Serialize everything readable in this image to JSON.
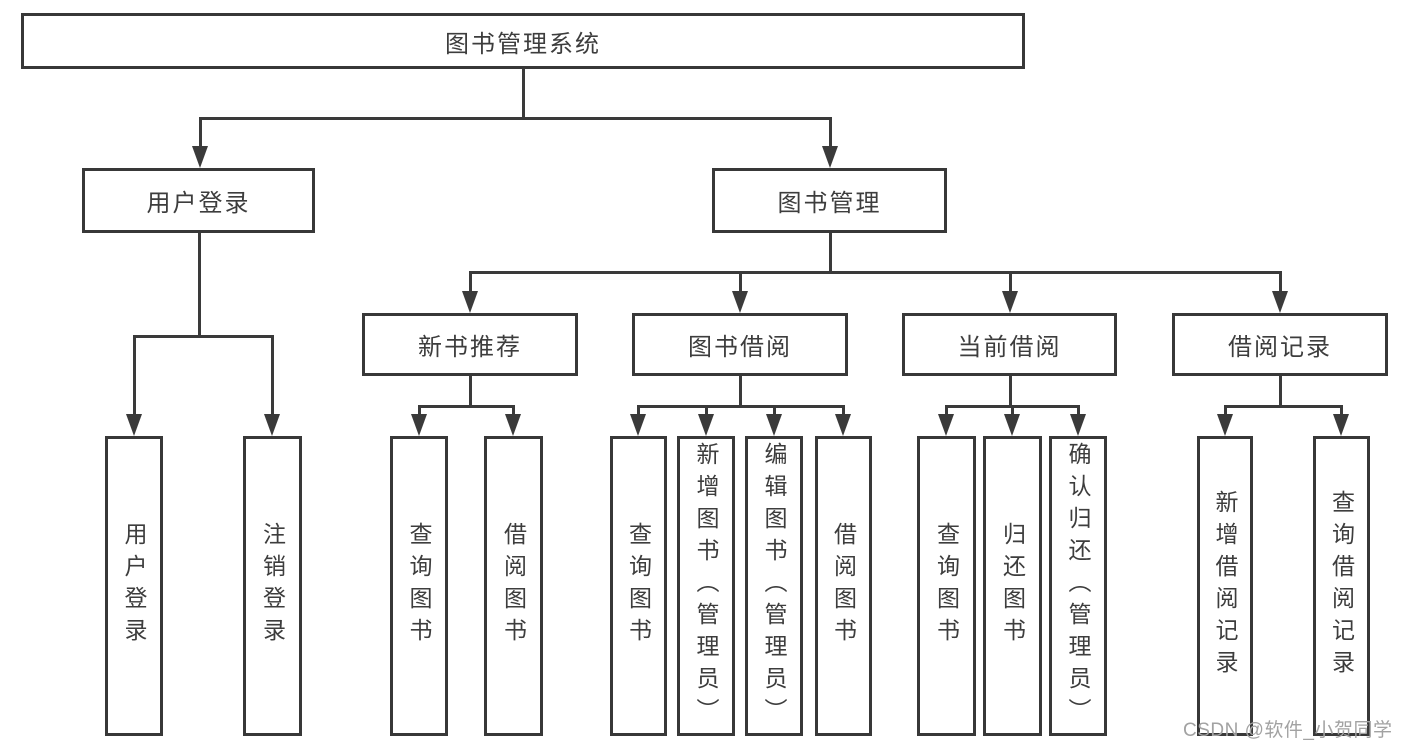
{
  "diagram": {
    "root": {
      "label": "图书管理系统"
    },
    "level2": [
      {
        "label": "用户登录"
      },
      {
        "label": "图书管理"
      }
    ],
    "level3": [
      {
        "label": "新书推荐",
        "parent": "图书管理"
      },
      {
        "label": "图书借阅",
        "parent": "图书管理"
      },
      {
        "label": "当前借阅",
        "parent": "图书管理"
      },
      {
        "label": "借阅记录",
        "parent": "图书管理"
      }
    ],
    "leaves": [
      {
        "label": "用户登录",
        "parent": "用户登录"
      },
      {
        "label": "注销登录",
        "parent": "用户登录"
      },
      {
        "label": "查询图书",
        "parent": "新书推荐"
      },
      {
        "label": "借阅图书",
        "parent": "新书推荐"
      },
      {
        "label": "查询图书",
        "parent": "图书借阅"
      },
      {
        "label": "新增图书（管理员）",
        "parent": "图书借阅"
      },
      {
        "label": "编辑图书（管理员）",
        "parent": "图书借阅"
      },
      {
        "label": "借阅图书",
        "parent": "图书借阅"
      },
      {
        "label": "查询图书",
        "parent": "当前借阅"
      },
      {
        "label": "归还图书",
        "parent": "当前借阅"
      },
      {
        "label": "确认归还（管理员）",
        "parent": "当前借阅"
      },
      {
        "label": "新增借阅记录",
        "parent": "借阅记录"
      },
      {
        "label": "查询借阅记录",
        "parent": "借阅记录"
      }
    ],
    "colors": {
      "line": "#3a3a3a",
      "box_border": "#383838",
      "text": "#3d3d3d",
      "background": "#ffffff",
      "watermark": "#a2a2a2"
    }
  },
  "watermark": {
    "text": "CSDN @软件_小贺同学"
  }
}
